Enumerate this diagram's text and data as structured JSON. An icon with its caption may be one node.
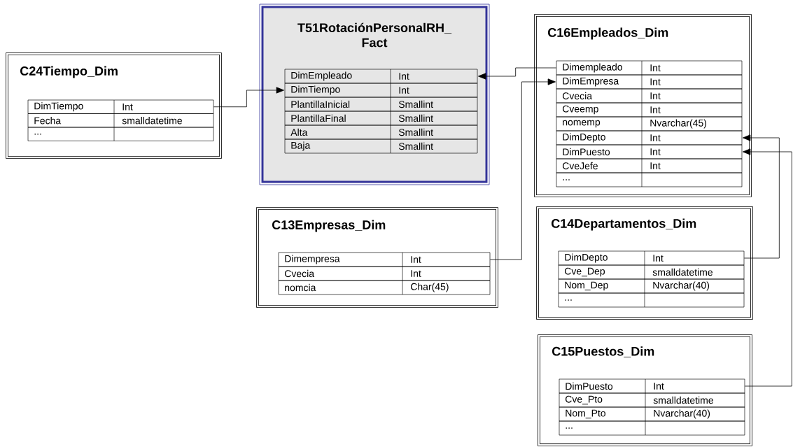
{
  "diagram": {
    "nodes": [
      {
        "text": [
          "C24Tiempo_Dim"
        ]
      },
      {
        "text": [
          "DimTiempo",
          "Int"
        ],
        "in": 0
      },
      {
        "text": [
          "Fecha",
          "smalldatetime"
        ],
        "in": 0
      },
      {
        "text": [
          "..."
        ],
        "in": 0
      },
      {
        "text": [
          "T51RotaciónPersonalRH_ Fact"
        ]
      },
      {
        "text": [
          "DimEmpleado",
          "Int"
        ],
        "in": 4
      },
      {
        "text": [
          "DimTiempo",
          "Int"
        ],
        "in": 4
      },
      {
        "text": [
          "PlantillaInicial",
          "Smallint"
        ],
        "in": 4
      },
      {
        "text": [
          "PlantillaFinal",
          "Smallint"
        ],
        "in": 4
      },
      {
        "text": [
          "Alta",
          "Smallint"
        ],
        "in": 4
      },
      {
        "text": [
          "Baja",
          "Smallint"
        ],
        "in": 4
      },
      {
        "text": [
          "C16Empleados_Dim"
        ]
      },
      {
        "text": [
          "Dimempleado",
          "Int"
        ],
        "in": 11
      },
      {
        "text": [
          "DimEmpresa",
          "Int"
        ],
        "in": 11
      },
      {
        "text": [
          "Cvecia",
          "Int"
        ],
        "in": 11
      },
      {
        "text": [
          "Cveemp",
          "Int"
        ],
        "in": 11
      },
      {
        "text": [
          "nomemp",
          "Nvarchar(45)"
        ],
        "in": 11
      },
      {
        "text": [
          "DimDepto",
          "Int"
        ],
        "in": 11
      },
      {
        "text": [
          "DimPuesto",
          "Int"
        ],
        "in": 11
      },
      {
        "text": [
          "CveJefe",
          "Int"
        ],
        "in": 11
      },
      {
        "text": [
          "..."
        ],
        "in": 11
      },
      {
        "text": [
          "C13Empresas_Dim"
        ]
      },
      {
        "text": [
          "Dimempresa",
          "Int"
        ],
        "in": 21
      },
      {
        "text": [
          "Cvecia",
          "Int"
        ],
        "in": 21
      },
      {
        "text": [
          "nomcia",
          "Char(45)"
        ],
        "in": 21
      },
      {
        "text": [
          "C14Departamentos_Dim"
        ]
      },
      {
        "text": [
          "DimDepto",
          "Int"
        ],
        "in": 25
      },
      {
        "text": [
          "Cve_Dep",
          "smalldatetime"
        ],
        "in": 25
      },
      {
        "text": [
          "Nom_Dep",
          "Nvarchar(40)"
        ],
        "in": 25
      },
      {
        "text": [
          "..."
        ],
        "in": 25
      },
      {
        "text": [
          "C15Puestos_Dim"
        ]
      },
      {
        "text": [
          "DimPuesto",
          "Int"
        ],
        "in": 30
      },
      {
        "text": [
          "Cve_Pto",
          "smalldatetime"
        ],
        "in": 30
      },
      {
        "text": [
          "Nom_Pto",
          "Nvarchar(40)"
        ],
        "in": 30
      },
      {
        "text": [
          "..."
        ],
        "in": 30
      }
    ],
    "edges": [
      {
        "from": 1,
        "to": 6,
        "arrow": "to"
      },
      {
        "from": 12,
        "to": 5,
        "arrow": "to"
      },
      {
        "from": 22,
        "to": 13,
        "arrow": "to"
      },
      {
        "from": 26,
        "to": 17,
        "arrow": "to"
      },
      {
        "from": 31,
        "to": 18,
        "arrow": "to"
      }
    ]
  }
}
